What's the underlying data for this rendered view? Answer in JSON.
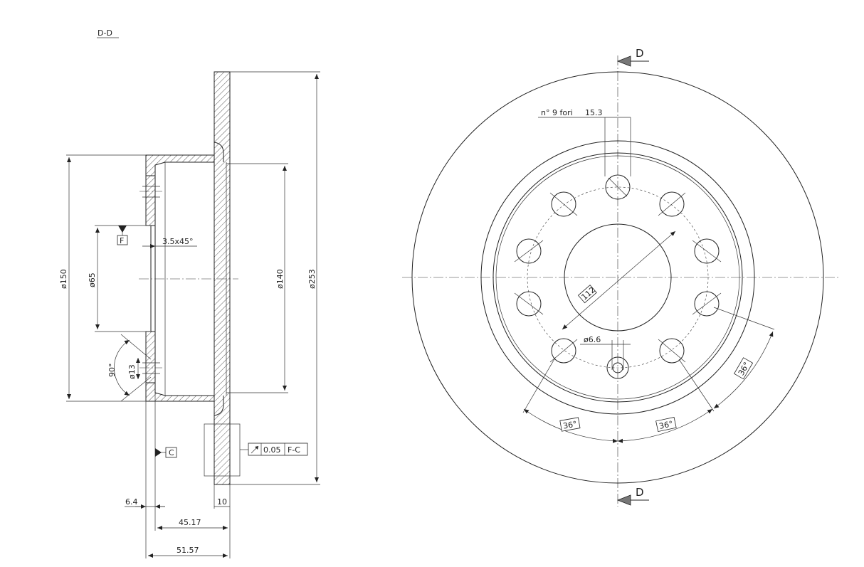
{
  "section": {
    "title": "D-D",
    "dims": {
      "d150": "ø150",
      "d65": "ø65",
      "d140": "ø140",
      "d253": "ø253",
      "chamfer": "3.5x45°",
      "angle": "90°",
      "hole": "ø13",
      "t64": "6.4",
      "t10": "10",
      "l4517": "45.17",
      "l5157": "51.57"
    },
    "datum_f": "F",
    "datum_c": "C",
    "tolerance": {
      "value": "0.05",
      "ref": "F-C"
    }
  },
  "front": {
    "cut_label_top": "D",
    "cut_label_bottom": "D",
    "holes_note": "n° 9 fori",
    "holes_value": "15.3",
    "pcd": "112",
    "pin": "ø6.6",
    "angle_a": "36°",
    "angle_b": "36°",
    "angle_c": "36°"
  }
}
